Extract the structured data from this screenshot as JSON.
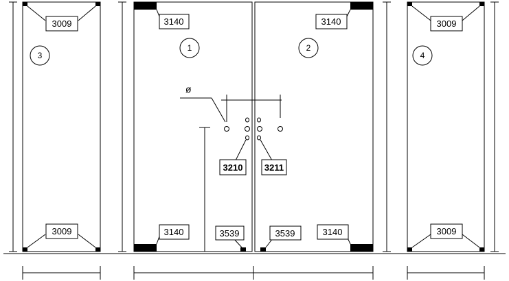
{
  "panels": [
    {
      "number": "3",
      "top_code": "3009",
      "bottom_code": "3009"
    },
    {
      "number": "1",
      "top_code": "3140",
      "bottom_code": "3140",
      "handle_code": "3210",
      "lock_code": "3539"
    },
    {
      "number": "2",
      "top_code": "3140",
      "bottom_code": "3140",
      "handle_code": "3211",
      "lock_code": "3539"
    },
    {
      "number": "4",
      "top_code": "3009",
      "bottom_code": "3009"
    }
  ],
  "hole_symbol": "ø"
}
